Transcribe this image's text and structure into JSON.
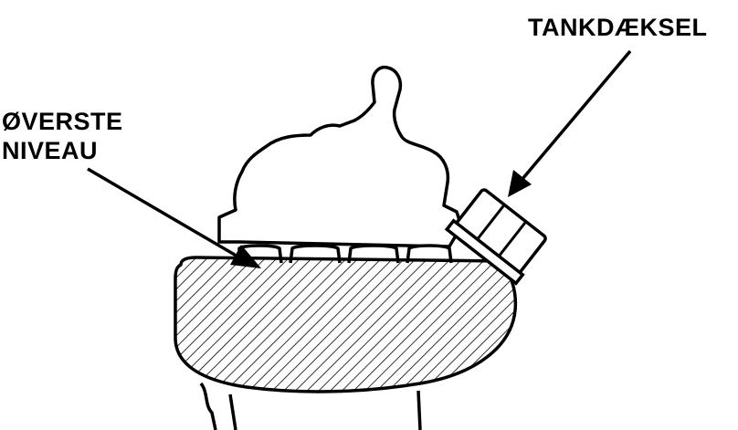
{
  "labels": {
    "tank_cap": "TANKDÆKSEL",
    "top_level_line1": "ØVERSTE",
    "top_level_line2": "NIVEAU"
  },
  "colors": {
    "ink": "#000000",
    "paper": "#ffffff"
  }
}
